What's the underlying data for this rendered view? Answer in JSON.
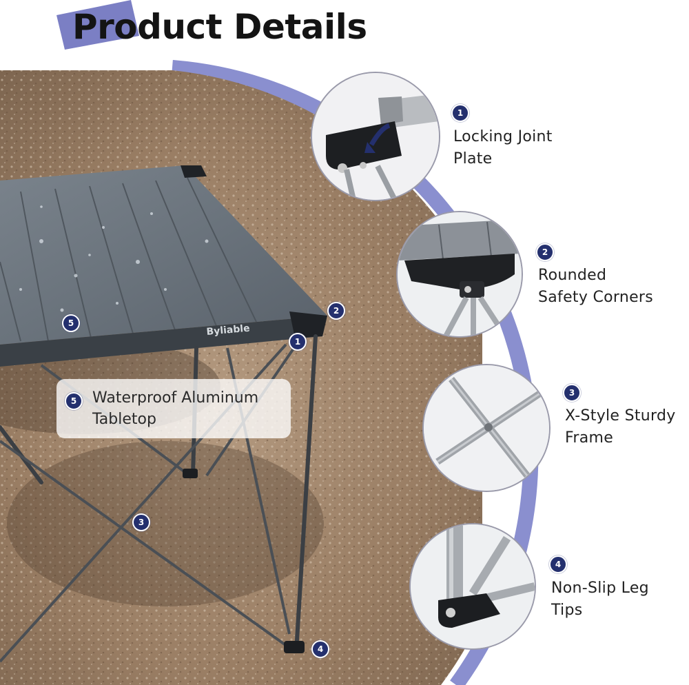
{
  "header": {
    "title": "Product Details",
    "accent_color": "#7b7fc4"
  },
  "brand": {
    "logo_text": "Byliable"
  },
  "colors": {
    "badge": "#24306e",
    "arc": "#8a8fcf",
    "ground": "#9c8066",
    "tabletop": "#6f7780"
  },
  "features": [
    {
      "number": "1",
      "line1": "Locking Joint",
      "line2": "Plate",
      "icon": "locking-joint-plate"
    },
    {
      "number": "2",
      "line1": "Rounded",
      "line2": "Safety Corners",
      "icon": "rounded-corner"
    },
    {
      "number": "3",
      "line1": "X-Style Sturdy",
      "line2": "Frame",
      "icon": "x-frame"
    },
    {
      "number": "4",
      "line1": "Non-Slip Leg",
      "line2": "Tips",
      "icon": "leg-tip"
    }
  ],
  "main_callout": {
    "number": "5",
    "line1": "Waterproof Aluminum",
    "line2": "Tabletop"
  },
  "photo_markers": [
    "1",
    "2",
    "3",
    "4",
    "5"
  ]
}
